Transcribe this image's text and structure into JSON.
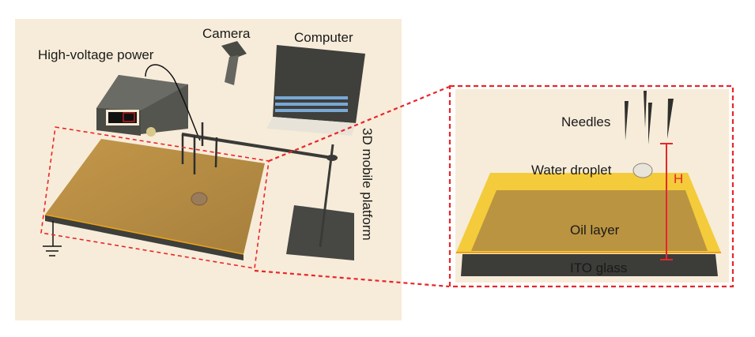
{
  "left_panel": {
    "labels": {
      "camera": "Camera",
      "computer": "Computer",
      "power": "High-voltage power",
      "platform": "3D mobile platform"
    }
  },
  "right_panel": {
    "labels": {
      "needles": "Needles",
      "droplet": "Water droplet",
      "height": "H",
      "oil": "Oil layer",
      "ito": "ITO glass"
    }
  },
  "colors": {
    "background": "#f7ecd9",
    "highlight": "#e8262a",
    "oil": "#f3c51d",
    "plate": "#b58a3c",
    "device": "#4a4a45"
  }
}
